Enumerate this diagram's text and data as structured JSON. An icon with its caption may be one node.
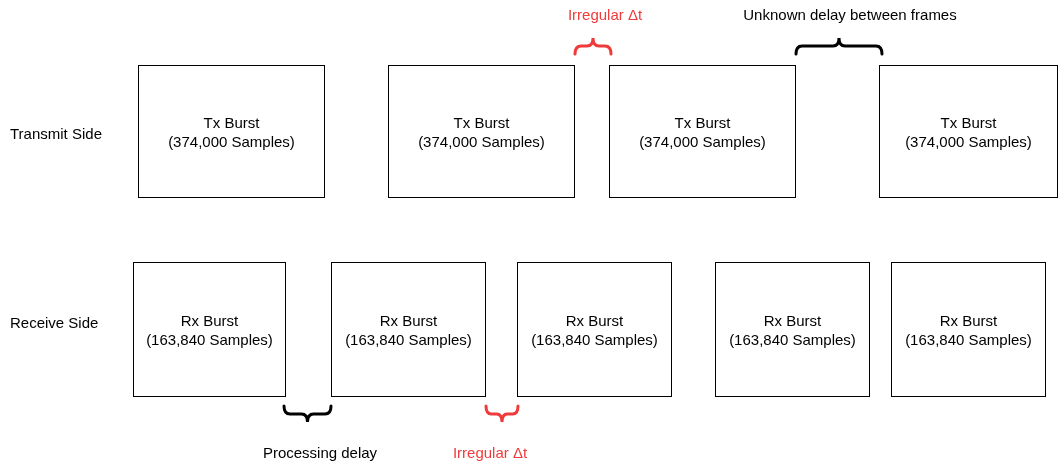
{
  "diagram": {
    "nodes": [
      {
        "text": [
          "Tx Burst",
          "(374,000 Samples)"
        ]
      },
      {
        "text": [
          "Tx Burst",
          "(374,000 Samples)"
        ]
      },
      {
        "text": [
          "Tx Burst",
          "(374,000 Samples)"
        ]
      },
      {
        "text": [
          "Tx Burst",
          "(374,000 Samples)"
        ]
      },
      {
        "text": [
          "Rx Burst",
          "(163,840 Samples)"
        ]
      },
      {
        "text": [
          "Rx Burst",
          "(163,840 Samples)"
        ]
      },
      {
        "text": [
          "Rx Burst",
          "(163,840 Samples)"
        ]
      },
      {
        "text": [
          "Rx Burst",
          "(163,840 Samples)"
        ]
      },
      {
        "text": [
          "Rx Burst",
          "(163,840 Samples)"
        ]
      }
    ],
    "edges": [],
    "labels": [
      "Irregular Δt",
      "Unknown delay between frames",
      "Transmit Side",
      "Receive Side",
      "Processing delay",
      "Irregular Δt"
    ]
  }
}
